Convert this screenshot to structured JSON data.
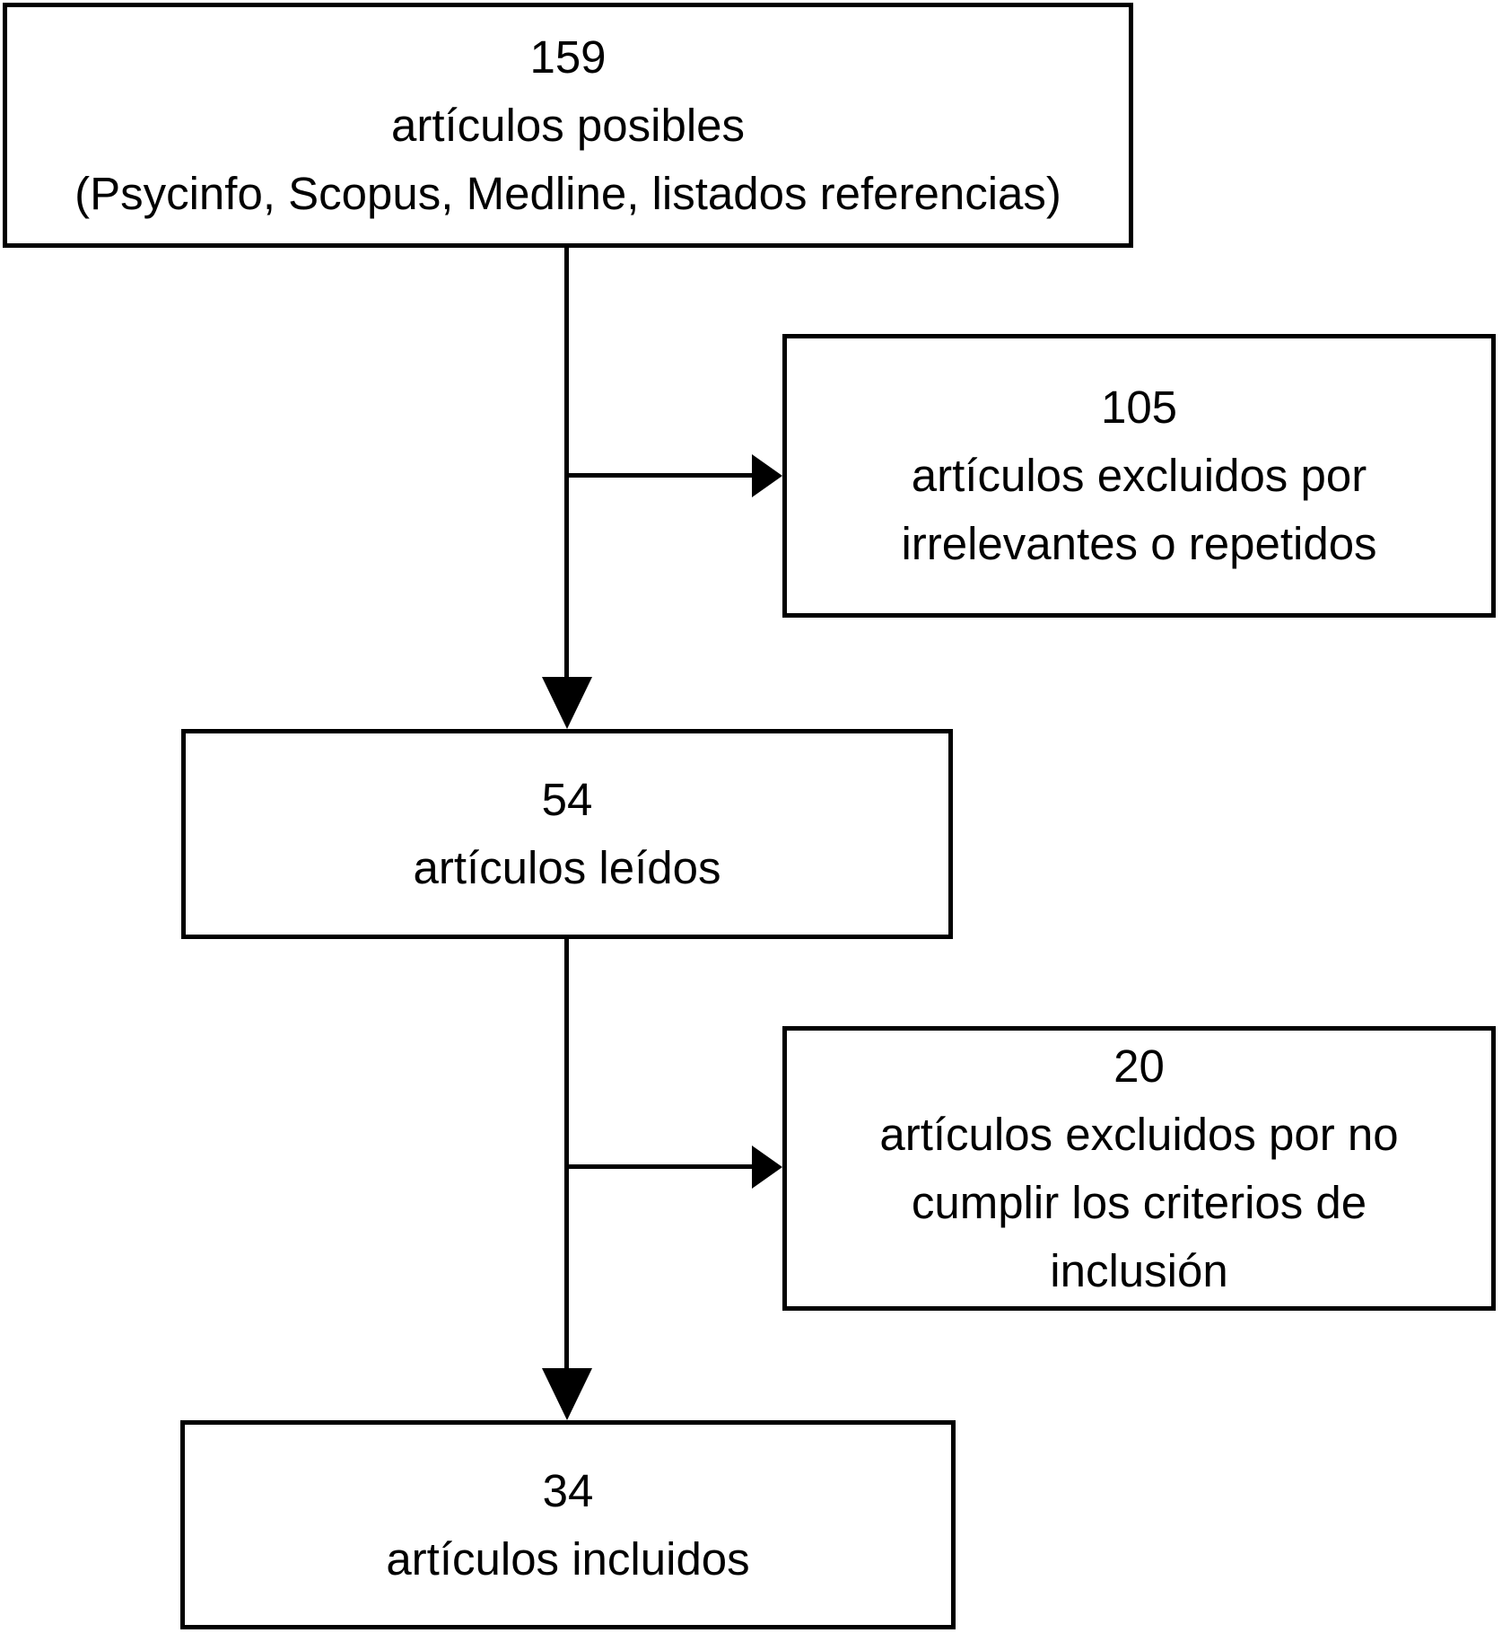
{
  "figure": {
    "type": "flowchart",
    "background": "#ffffff",
    "line_color": "#000000",
    "text_color": "#000000",
    "boxes": {
      "possible": {
        "lines": [
          "159",
          "artículos posibles",
          "(Psycinfo, Scopus, Medline, listados referencias)"
        ]
      },
      "excluded_irrelevant": {
        "lines": [
          "105",
          "artículos excluidos por",
          "irrelevantes o repetidos"
        ]
      },
      "read": {
        "lines": [
          "54",
          "artículos leídos"
        ]
      },
      "excluded_criteria": {
        "lines": [
          "20",
          "artículos excluidos por no",
          "cumplir los criterios de",
          "inclusión"
        ]
      },
      "included": {
        "lines": [
          "34",
          "artículos incluidos"
        ]
      }
    }
  }
}
